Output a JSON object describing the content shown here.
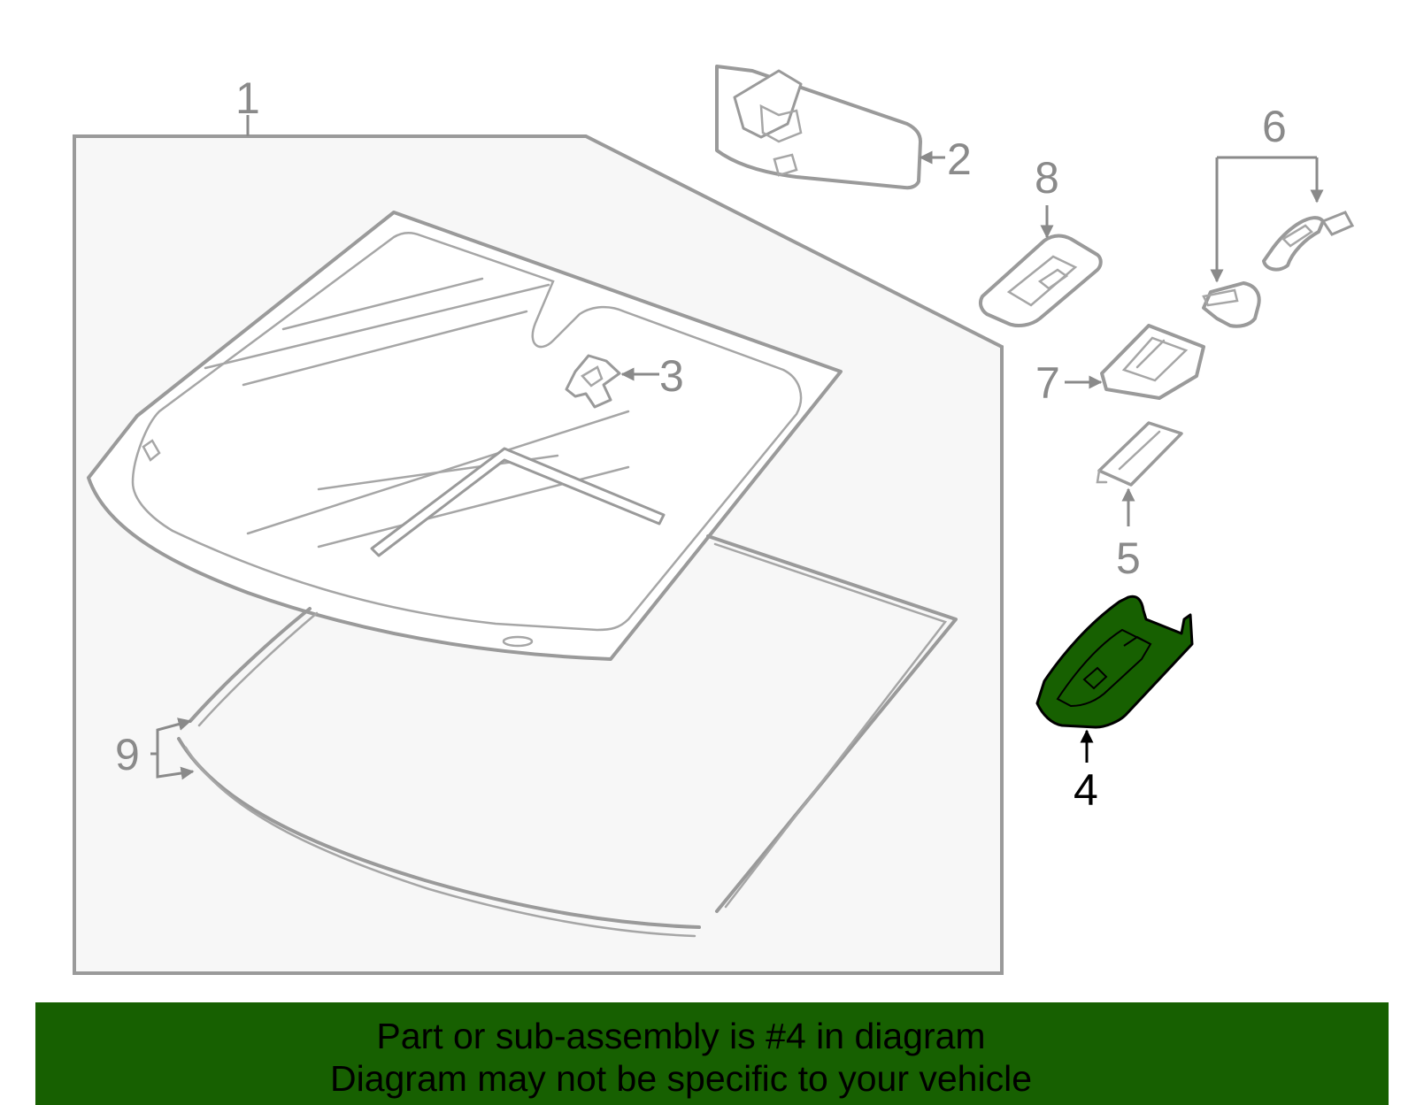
{
  "diagram": {
    "callouts": {
      "c1": "1",
      "c2": "2",
      "c3": "3",
      "c4": "4",
      "c5": "5",
      "c6": "6",
      "c7": "7",
      "c8": "8",
      "c9": "9"
    },
    "highlight_part": "4",
    "highlight_color": "#176001",
    "line_color": "#9a9a9a"
  },
  "banner": {
    "line1": "Part or sub-assembly is #4 in diagram",
    "line2": "Diagram may not be specific to your vehicle",
    "background": "#176001"
  }
}
